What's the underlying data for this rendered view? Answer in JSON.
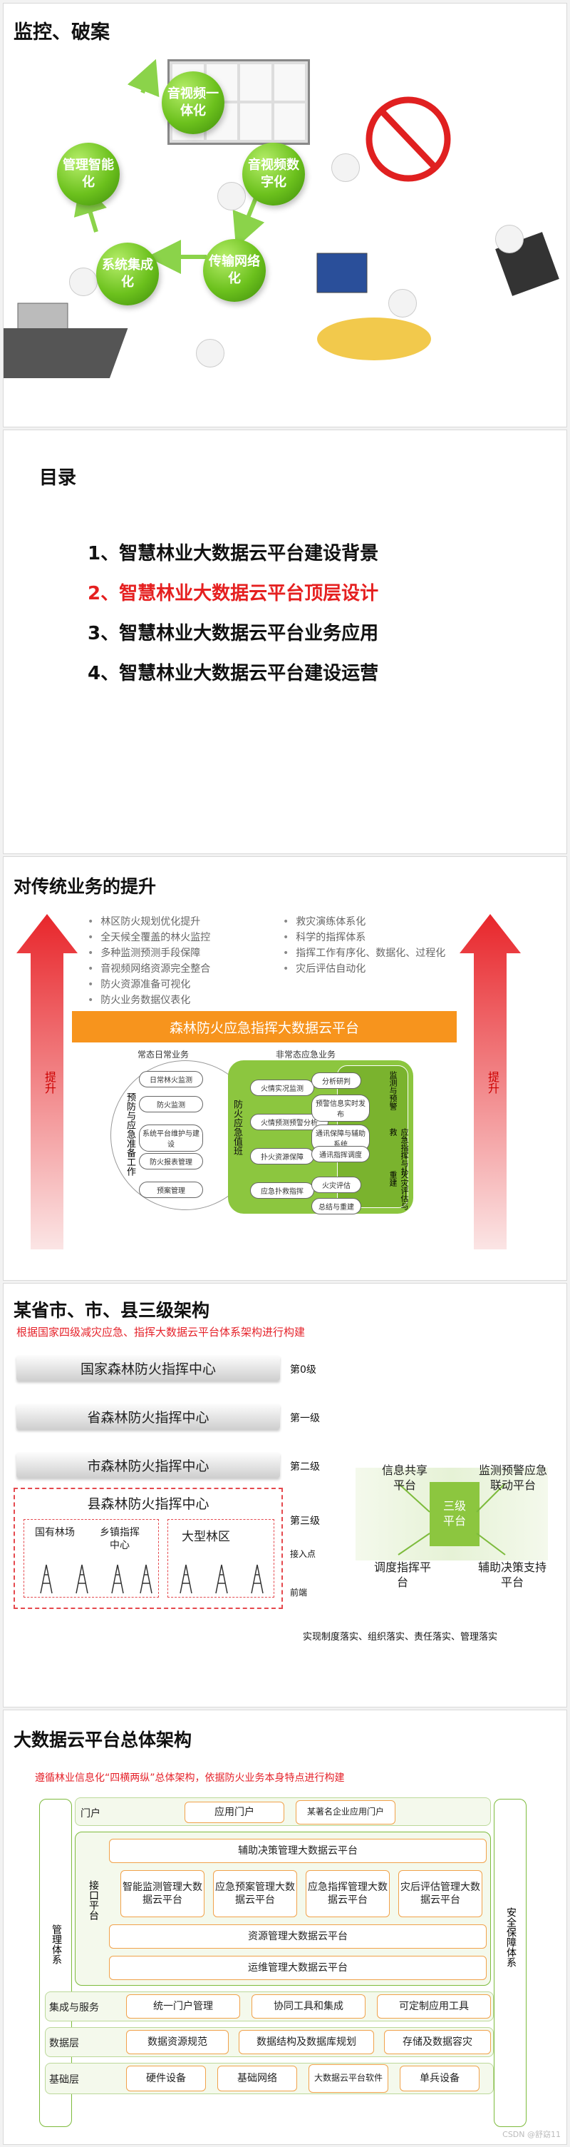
{
  "slide1": {
    "title": "监控、破案",
    "balls": [
      "音视频一体化",
      "音视频数字化",
      "传输网络化",
      "系统集成化",
      "管理智能化"
    ]
  },
  "slide2": {
    "title": "目录",
    "items": [
      "1、智慧林业大数据云平台建设背景",
      "2、智慧林业大数据云平台顶层设计",
      "3、智慧林业大数据云平台业务应用",
      "4、智慧林业大数据云平台建设运营"
    ]
  },
  "slide3": {
    "title": "对传统业务的提升",
    "arrow_label": "提升",
    "left_bullets": [
      "林区防火规划优化提升",
      "全天候全覆盖的林火监控",
      "多种监测预测手段保障",
      "音视频网络资源完全整合",
      "防火资源准备可视化",
      "防火业务数据仪表化"
    ],
    "right_bullets": [
      "救灾演练体系化",
      "科学的指挥体系",
      "指挥工作有序化、数据化、过程化",
      "灾后评估自动化"
    ],
    "bar": "森林防火应急指挥大数据云平台",
    "daily_title": "常态日常业务",
    "emergency_title": "非常态应急业务",
    "daily_vertical": "预防与应急准备工作",
    "daily_items": [
      "日常林火监测",
      "防火监测",
      "系统平台维护与建设",
      "防火报表管理",
      "预案管理"
    ],
    "emergency_vertical": "防火应急值班",
    "mid_items": [
      "火情实况监测",
      "火情预测预警分析",
      "扑火资源保障",
      "应急扑救指挥"
    ],
    "right_items": [
      "分析研判",
      "预警信息实时发布",
      "通讯保障与辅助系统",
      "通讯指挥调度",
      "火灾评估",
      "总结与重建"
    ],
    "side_labels": [
      "监测与预警",
      "应急指挥与扑救",
      "火灾评估与重建"
    ]
  },
  "slide4": {
    "title": "某省市、市、县三级架构",
    "subtitle": "根据国家四级减灾应急、指挥大数据云平台体系架构进行构建",
    "tiers": [
      "国家森林防火指挥中心",
      "省森林防火指挥中心",
      "市森林防火指挥中心",
      "县森林防火指挥中心"
    ],
    "levels": [
      "第0级",
      "第一级",
      "第二级",
      "第三级"
    ],
    "access_point": "接入点",
    "frontend": "前端",
    "units": [
      "国有林场",
      "乡镇指挥中心",
      "大型林区"
    ],
    "hub": "三级平台",
    "nodes": [
      "信息共享平台",
      "监测预警应急联动平台",
      "调度指挥平台",
      "辅助决策支持平台"
    ],
    "footer": "实现制度落实、组织落实、责任落实、管理落实"
  },
  "slide5": {
    "title": "大数据云平台总体架构",
    "subtitle": "遵循林业信息化“四横两纵”总体架构，依据防火业务本身特点进行构建",
    "left_side": "管理体系",
    "right_side": "安全保障体系",
    "portal_label": "门户",
    "portal_items": [
      "应用门户",
      "某著名企业应用门户"
    ],
    "interface_label": "接口平台",
    "top_wide": "辅助决策管理大数据云平台",
    "middle_items": [
      "智能监测管理大数据云平台",
      "应急预案管理大数据云平台",
      "应急指挥管理大数据云平台",
      "灾后评估管理大数据云平台"
    ],
    "wide_rows": [
      "资源管理大数据云平台",
      "运维管理大数据云平台"
    ],
    "rows": [
      {
        "label": "集成与服务",
        "items": [
          "统一门户管理",
          "协同工具和集成",
          "可定制应用工具"
        ]
      },
      {
        "label": "数据层",
        "items": [
          "数据资源规范",
          "数据结构及数据库规划",
          "存储及数据容灾"
        ]
      },
      {
        "label": "基础层",
        "items": [
          "硬件设备",
          "基础网络",
          "大数据云平台软件",
          "单兵设备"
        ]
      }
    ],
    "watermark": "CSDN @舒窈11"
  }
}
